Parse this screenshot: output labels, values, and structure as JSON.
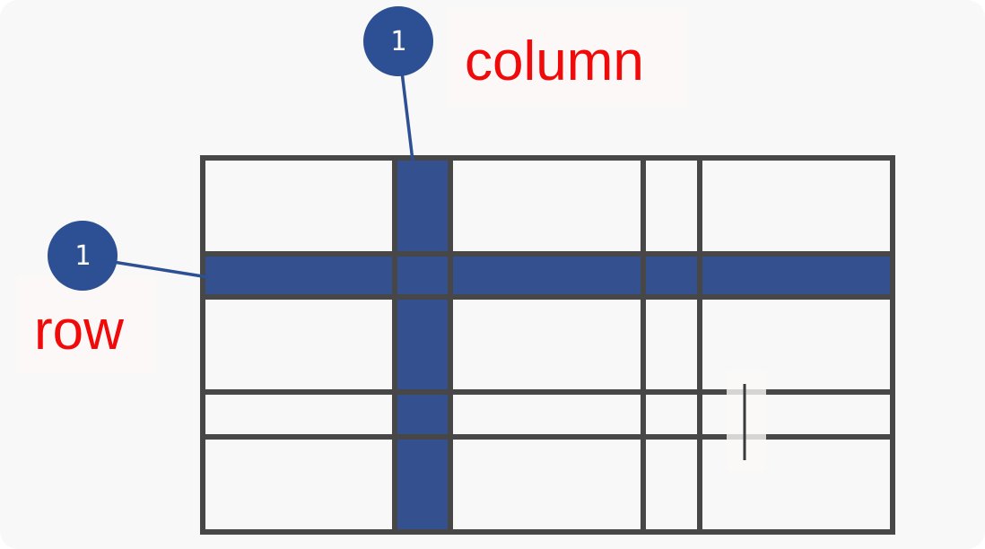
{
  "annotations": {
    "column": {
      "badge": "1",
      "label": "column"
    },
    "row": {
      "badge": "1",
      "label": "row"
    }
  },
  "colors": {
    "highlight": "#34508f",
    "grid_line": "#474747",
    "label_text": "#f00a0a",
    "badge": "#2d4f93"
  },
  "grid": {
    "columns": 5,
    "rows": 5,
    "highlighted_column": 2,
    "highlighted_row": 2
  },
  "text_cursor": {
    "visible": true
  }
}
